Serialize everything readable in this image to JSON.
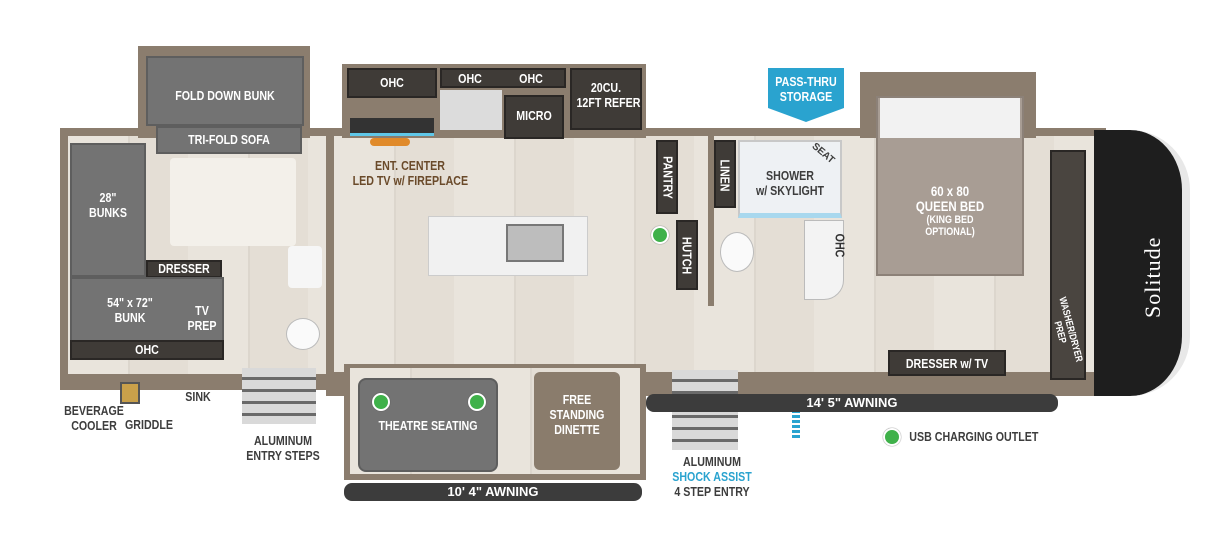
{
  "brand_logo": "Solitude",
  "labels": {
    "fold_down_bunk": "FOLD DOWN BUNK",
    "tri_fold_sofa": "TRI-FOLD SOFA",
    "bunks_28": [
      "28\"",
      "BUNKS"
    ],
    "dresser": "DRESSER",
    "bunk_54x72": [
      "54\" x 72\"",
      "BUNK"
    ],
    "tv_prep": [
      "TV",
      "PREP"
    ],
    "ohc_bunk": "OHC",
    "beverage_cooler": [
      "BEVERAGE",
      "COOLER"
    ],
    "griddle": "GRIDDLE",
    "sink": "SINK",
    "aluminum_entry_steps": [
      "ALUMINUM",
      "ENTRY STEPS"
    ],
    "ohc_1": "OHC",
    "ohc_2": "OHC",
    "ohc_3": "OHC",
    "micro": "MICRO",
    "refer": [
      "20CU.",
      "12FT REFER"
    ],
    "ent_center": [
      "ENT. CENTER",
      "LED TV w/ FIREPLACE"
    ],
    "theatre_seating": "THEATRE SEATING",
    "dinette": [
      "FREE",
      "STANDING",
      "DINETTE"
    ],
    "pantry": "PANTRY",
    "hutch": "HUTCH",
    "linen": "LINEN",
    "shower": [
      "SHOWER",
      "w/ SKYLIGHT"
    ],
    "seat": "SEAT",
    "ohc_bath": "OHC",
    "pass_thru": [
      "PASS-THRU",
      "STORAGE"
    ],
    "bed": [
      "60 x 80",
      "QUEEN BED",
      "(KING BED",
      "OPTIONAL)"
    ],
    "washer_dryer": [
      "WASHER/DRYER",
      "PREP"
    ],
    "dresser_tv": "DRESSER w/ TV",
    "shock_entry": [
      "ALUMINUM",
      "SHOCK ASSIST",
      "4 STEP ENTRY"
    ]
  },
  "awnings": {
    "rear": "10' 4\" AWNING",
    "front": "14' 5\" AWNING"
  },
  "legend": {
    "usb": "USB CHARGING OUTLET"
  },
  "colors": {
    "usb": "#3fb14a",
    "pass_thru": "#2aa3cf",
    "shock_assist": "#2aa3cf"
  }
}
